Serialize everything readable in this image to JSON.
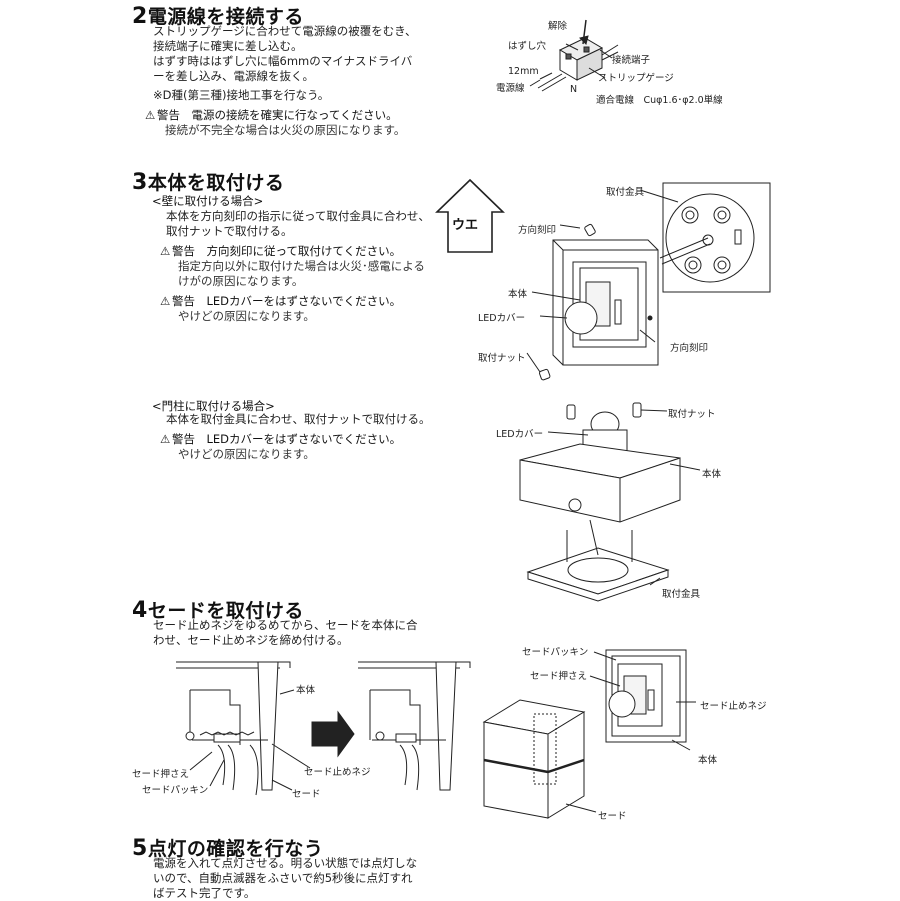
{
  "step2": {
    "number": "2",
    "title": "電源線を接続する",
    "lines": [
      "ストリップゲージに合わせて電源線の被覆をむき、",
      "接続端子に確実に差し込む。",
      "はずす時ははずし穴に幅6mmのマイナスドライバ",
      "ーを差し込み、電源線を抜く。"
    ],
    "note": "※D種(第三種)接地工事を行なう。",
    "warning_title": "警告　電源の接続を確実に行なってください。",
    "warning_body": "接続が不完全な場合は火災の原因になります。",
    "labels": {
      "release": "解除",
      "release_hole": "はずし穴",
      "terminal": "接続端子",
      "strip_gauge": "ストリップゲージ",
      "length": "12mm",
      "power_line": "電源線",
      "n": "N",
      "wire_spec": "適合電線　Cuφ1.6･φ2.0単線"
    }
  },
  "step3": {
    "number": "3",
    "title": "本体を取付ける",
    "wall": {
      "heading": "<壁に取付ける場合>",
      "lines": [
        "本体を方向刻印の指示に従って取付金具に合わせ、",
        "取付ナットで取付ける。"
      ],
      "warn1_title": "警告　方向刻印に従って取付けてください。",
      "warn1_body": [
        "指定方向以外に取付けた場合は火災･感電による",
        "けがの原因になります。"
      ],
      "warn2_title": "警告　LEDカバーをはずさないでください。",
      "warn2_body": "やけどの原因になります。"
    },
    "post": {
      "heading": "<門柱に取付ける場合>",
      "lines": [
        "本体を取付金具に合わせ、取付ナットで取付ける。"
      ],
      "warn_title": "警告　LEDカバーをはずさないでください。",
      "warn_body": "やけどの原因になります。"
    },
    "labels": {
      "arrow_text": "ウエ",
      "bracket": "取付金具",
      "direction_mark": "方向刻印",
      "body": "本体",
      "led_cover": "LEDカバー",
      "direction_mark2": "方向刻印",
      "nut": "取付ナット",
      "nut2": "取付ナット",
      "led_cover2": "LEDカバー",
      "body2": "本体",
      "bracket2": "取付金具"
    }
  },
  "step4": {
    "number": "4",
    "title": "セードを取付ける",
    "lines": [
      "セード止めネジをゆるめてから、セードを本体に合",
      "わせ、セード止めネジを締め付ける。"
    ],
    "labels": {
      "body": "本体",
      "shade_holder": "セード押さえ",
      "shade_packing": "セードパッキン",
      "shade_screw": "セード止めネジ",
      "shade": "セード",
      "packing_r": "セードパッキン",
      "holder_r": "セード押さえ",
      "screw_r": "セード止めネジ",
      "body_r": "本体",
      "shade_r": "セード"
    }
  },
  "step5": {
    "number": "5",
    "title": "点灯の確認を行なう",
    "lines": [
      "電源を入れて点灯させる。明るい状態では点灯しな",
      "いので、自動点滅器をふさいで約5秒後に点灯すれ",
      "ばテスト完了です。"
    ]
  }
}
